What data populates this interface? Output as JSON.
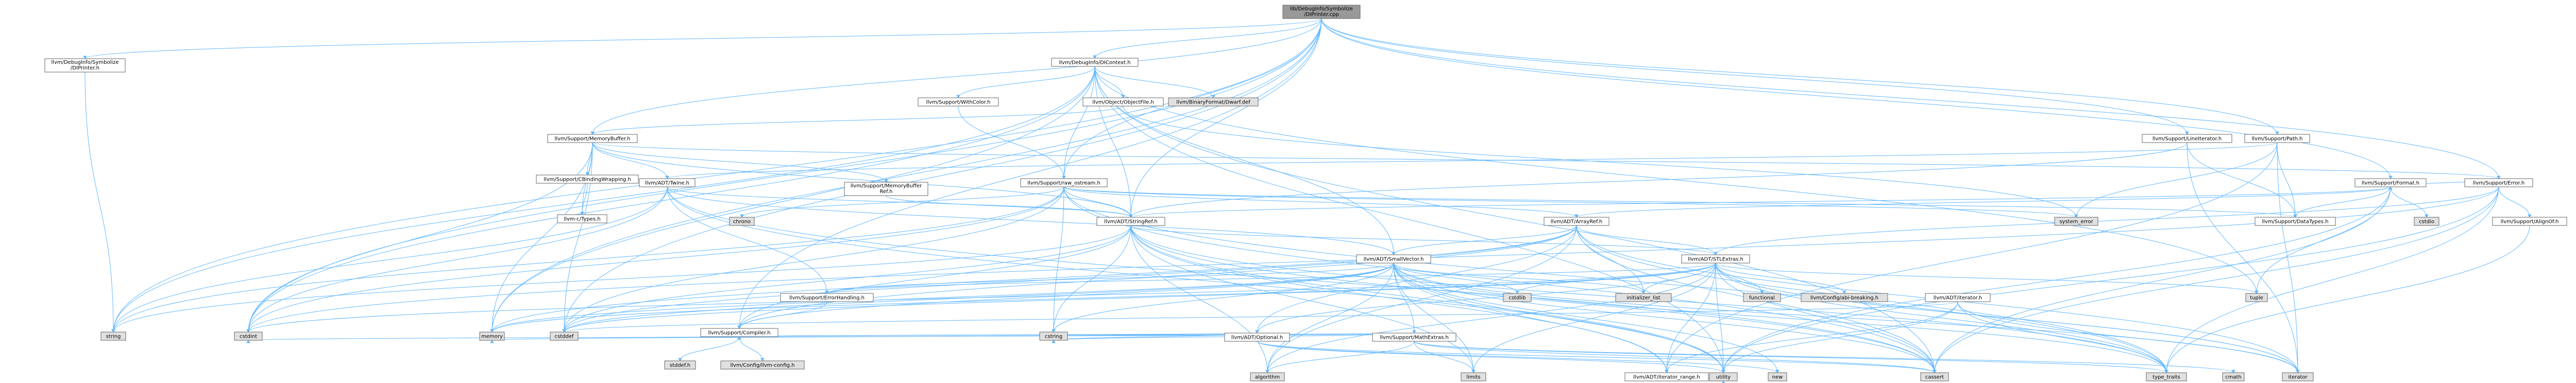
{
  "colors": {
    "root_fill": "#999999",
    "normal_fill": "#ffffff",
    "system_fill": "#e0e0e0",
    "red_border": "#ff0000",
    "gray_border": "#999999",
    "edge": "#63b8ff"
  },
  "nodes": [
    {
      "id": "root",
      "lines": [
        "lib/DebugInfo/Symbolize",
        "/DIPrinter.cpp"
      ],
      "style": "root"
    },
    {
      "id": "diprinter_h",
      "lines": [
        "llvm/DebugInfo/Symbolize",
        "/DIPrinter.h"
      ],
      "style": "normal"
    },
    {
      "id": "dicontext",
      "lines": [
        "llvm/DebugInfo/DIContext.h"
      ],
      "style": "normal"
    },
    {
      "id": "withcolor",
      "lines": [
        "llvm/Support/WithColor.h"
      ],
      "style": "normal"
    },
    {
      "id": "objfile",
      "lines": [
        "llvm/Object/ObjectFile.h"
      ],
      "style": "red"
    },
    {
      "id": "binformat",
      "lines": [
        "llvm/BinaryFormat/Dwarf.def"
      ],
      "style": "system"
    },
    {
      "id": "membuf",
      "lines": [
        "llvm/Support/MemoryBuffer.h"
      ],
      "style": "normal"
    },
    {
      "id": "lineiter",
      "lines": [
        "llvm/Support/LineIterator.h"
      ],
      "style": "normal"
    },
    {
      "id": "path",
      "lines": [
        "llvm/Support/Path.h"
      ],
      "style": "normal"
    },
    {
      "id": "format",
      "lines": [
        "llvm/Support/Format.h"
      ],
      "style": "normal"
    },
    {
      "id": "errorh",
      "lines": [
        "llvm/Support/Error.h"
      ],
      "style": "normal"
    },
    {
      "id": "cbinding",
      "lines": [
        "llvm/Support/CBindingWrapping.h"
      ],
      "style": "red"
    },
    {
      "id": "twine",
      "lines": [
        "llvm/ADT/Twine.h"
      ],
      "style": "normal"
    },
    {
      "id": "membufref",
      "lines": [
        "llvm/Support/MemoryBuffer",
        "Ref.h"
      ],
      "style": "normal"
    },
    {
      "id": "rawostream",
      "lines": [
        "llvm/Support/raw_ostream.h"
      ],
      "style": "normal"
    },
    {
      "id": "ctypes",
      "lines": [
        "llvm-c/Types.h"
      ],
      "style": "red"
    },
    {
      "id": "chrono",
      "lines": [
        "chrono"
      ],
      "style": "system"
    },
    {
      "id": "stringref",
      "lines": [
        "llvm/ADT/StringRef.h"
      ],
      "style": "normal"
    },
    {
      "id": "arrayref",
      "lines": [
        "llvm/ADT/ArrayRef.h"
      ],
      "style": "red"
    },
    {
      "id": "systemerror",
      "lines": [
        "system_error"
      ],
      "style": "system"
    },
    {
      "id": "datatypes",
      "lines": [
        "llvm/Support/DataTypes.h"
      ],
      "style": "red"
    },
    {
      "id": "cstdio",
      "lines": [
        "cstdio"
      ],
      "style": "system"
    },
    {
      "id": "alignof",
      "lines": [
        "llvm/Support/AlignOf.h"
      ],
      "style": "normal"
    },
    {
      "id": "smallvector",
      "lines": [
        "llvm/ADT/SmallVector.h"
      ],
      "style": "red"
    },
    {
      "id": "stlextras",
      "lines": [
        "llvm/ADT/STLExtras.h"
      ],
      "style": "normal"
    },
    {
      "id": "errhandling",
      "lines": [
        "llvm/Support/ErrorHandling.h"
      ],
      "style": "normal"
    },
    {
      "id": "cstdlib",
      "lines": [
        "cstdlib"
      ],
      "style": "system"
    },
    {
      "id": "initlist",
      "lines": [
        "initializer_list"
      ],
      "style": "system"
    },
    {
      "id": "tuple",
      "lines": [
        "tuple"
      ],
      "style": "system"
    },
    {
      "id": "optional",
      "lines": [
        "llvm/ADT/Optional.h"
      ],
      "style": "red"
    },
    {
      "id": "mathextras",
      "lines": [
        "llvm/Support/MathExtras.h"
      ],
      "style": "red"
    },
    {
      "id": "functional",
      "lines": [
        "functional"
      ],
      "style": "system"
    },
    {
      "id": "abibreaking",
      "lines": [
        "llvm/Config/abi-breaking.h"
      ],
      "style": "system"
    },
    {
      "id": "iteratorh",
      "lines": [
        "llvm/ADT/iterator.h"
      ],
      "style": "normal"
    },
    {
      "id": "string",
      "lines": [
        "string"
      ],
      "style": "system"
    },
    {
      "id": "cstdint",
      "lines": [
        "cstdint"
      ],
      "style": "system"
    },
    {
      "id": "memory",
      "lines": [
        "memory"
      ],
      "style": "system"
    },
    {
      "id": "cstddef",
      "lines": [
        "cstddef"
      ],
      "style": "system"
    },
    {
      "id": "compiler",
      "lines": [
        "llvm/Support/Compiler.h"
      ],
      "style": "normal"
    },
    {
      "id": "cstring",
      "lines": [
        "cstring"
      ],
      "style": "system"
    },
    {
      "id": "algorithm",
      "lines": [
        "algorithm"
      ],
      "style": "system"
    },
    {
      "id": "limits",
      "lines": [
        "limits"
      ],
      "style": "system"
    },
    {
      "id": "iterrange",
      "lines": [
        "llvm/ADT/iterator_range.h"
      ],
      "style": "normal"
    },
    {
      "id": "cassert",
      "lines": [
        "cassert"
      ],
      "style": "system"
    },
    {
      "id": "typetraits",
      "lines": [
        "type_traits"
      ],
      "style": "system"
    },
    {
      "id": "cmath",
      "lines": [
        "cmath"
      ],
      "style": "system"
    },
    {
      "id": "iterator",
      "lines": [
        "iterator"
      ],
      "style": "system"
    },
    {
      "id": "newh",
      "lines": [
        "new"
      ],
      "style": "system"
    },
    {
      "id": "utility",
      "lines": [
        "utility"
      ],
      "style": "system"
    },
    {
      "id": "vcstdio",
      "lines": [
        "stddef.h"
      ],
      "style": "system"
    },
    {
      "id": "llvmconfig",
      "lines": [
        "llvm/Config/llvm-config.h"
      ],
      "style": "system"
    }
  ],
  "edges": [
    [
      "root",
      "diprinter_h"
    ],
    [
      "root",
      "dicontext"
    ],
    [
      "root",
      "stringref"
    ],
    [
      "root",
      "membuf"
    ],
    [
      "root",
      "format"
    ],
    [
      "root",
      "errorh"
    ],
    [
      "root",
      "lineiter"
    ],
    [
      "root",
      "path"
    ],
    [
      "root",
      "rawostream"
    ],
    [
      "root",
      "string"
    ],
    [
      "root",
      "cstddef"
    ],
    [
      "root",
      "cstdint"
    ],
    [
      "root",
      "memory"
    ],
    [
      "root",
      "compiler"
    ],
    [
      "diprinter_h",
      "string"
    ],
    [
      "dicontext",
      "withcolor"
    ],
    [
      "dicontext",
      "objfile"
    ],
    [
      "dicontext",
      "binformat"
    ],
    [
      "dicontext",
      "rawostream"
    ],
    [
      "dicontext",
      "smallvector"
    ],
    [
      "dicontext",
      "cassert"
    ],
    [
      "dicontext",
      "cstdint"
    ],
    [
      "dicontext",
      "memory"
    ],
    [
      "dicontext",
      "string"
    ],
    [
      "dicontext",
      "tuple"
    ],
    [
      "dicontext",
      "utility"
    ],
    [
      "dicontext",
      "stringref"
    ],
    [
      "withcolor",
      "rawostream"
    ],
    [
      "objfile",
      "membuf"
    ],
    [
      "objfile",
      "systemerror"
    ],
    [
      "membuf",
      "cbinding"
    ],
    [
      "membuf",
      "ctypes"
    ],
    [
      "membuf",
      "twine"
    ],
    [
      "membuf",
      "membufref"
    ],
    [
      "membuf",
      "errorh"
    ],
    [
      "membuf",
      "cstddef"
    ],
    [
      "membuf",
      "cstdint"
    ],
    [
      "membuf",
      "memory"
    ],
    [
      "membuf",
      "stringref"
    ],
    [
      "lineiter",
      "datatypes"
    ],
    [
      "lineiter",
      "stringref"
    ],
    [
      "lineiter",
      "iterator"
    ],
    [
      "path",
      "twine"
    ],
    [
      "path",
      "iterator"
    ],
    [
      "path",
      "datatypes"
    ],
    [
      "path",
      "systemerror"
    ],
    [
      "path",
      "iterrange"
    ],
    [
      "format",
      "arrayref"
    ],
    [
      "format",
      "stringref"
    ],
    [
      "format",
      "cassert"
    ],
    [
      "format",
      "cstdio"
    ],
    [
      "format",
      "tuple"
    ],
    [
      "format",
      "utility"
    ],
    [
      "format",
      "datatypes"
    ],
    [
      "errorh",
      "alignof"
    ],
    [
      "errorh",
      "format"
    ],
    [
      "errorh",
      "cassert"
    ],
    [
      "errorh",
      "cstdint"
    ],
    [
      "errorh",
      "typetraits"
    ],
    [
      "errorh",
      "utility"
    ],
    [
      "errorh",
      "stlextras"
    ],
    [
      "cbinding",
      "ctypes"
    ],
    [
      "twine",
      "smallvector"
    ],
    [
      "twine",
      "stringref"
    ],
    [
      "twine",
      "errhandling"
    ],
    [
      "twine",
      "cassert"
    ],
    [
      "twine",
      "cstdint"
    ],
    [
      "twine",
      "string"
    ],
    [
      "twine",
      "utility"
    ],
    [
      "membufref",
      "stringref"
    ],
    [
      "rawostream",
      "stringref"
    ],
    [
      "rawostream",
      "datatypes"
    ],
    [
      "rawostream",
      "cassert"
    ],
    [
      "rawostream",
      "chrono"
    ],
    [
      "rawostream",
      "cstddef"
    ],
    [
      "rawostream",
      "cstdint"
    ],
    [
      "rawostream",
      "cstring"
    ],
    [
      "rawostream",
      "string"
    ],
    [
      "rawostream",
      "systemerror"
    ],
    [
      "rawostream",
      "typetraits"
    ],
    [
      "rawostream",
      "arrayref"
    ],
    [
      "stringref",
      "stlextras"
    ],
    [
      "stringref",
      "compiler"
    ],
    [
      "stringref",
      "algorithm"
    ],
    [
      "stringref",
      "cassert"
    ],
    [
      "stringref",
      "cstddef"
    ],
    [
      "stringref",
      "cstring"
    ],
    [
      "stringref",
      "limits"
    ],
    [
      "stringref",
      "string"
    ],
    [
      "stringref",
      "typetraits"
    ],
    [
      "stringref",
      "utility"
    ],
    [
      "stringref",
      "iterrange"
    ],
    [
      "arrayref",
      "smallvector"
    ],
    [
      "arrayref",
      "stlextras"
    ],
    [
      "arrayref",
      "compiler"
    ],
    [
      "arrayref",
      "algorithm"
    ],
    [
      "arrayref",
      "array"
    ],
    [
      "arrayref",
      "cassert"
    ],
    [
      "arrayref",
      "cstddef"
    ],
    [
      "arrayref",
      "initlist"
    ],
    [
      "arrayref",
      "iterator"
    ],
    [
      "arrayref",
      "memory"
    ],
    [
      "arrayref",
      "typetraits"
    ],
    [
      "arrayref",
      "vector"
    ],
    [
      "arrayref",
      "optional"
    ],
    [
      "smallvector",
      "compiler"
    ],
    [
      "smallvector",
      "errhandling"
    ],
    [
      "smallvector",
      "mathextras"
    ],
    [
      "smallvector",
      "algorithm"
    ],
    [
      "smallvector",
      "cassert"
    ],
    [
      "smallvector",
      "cstddef"
    ],
    [
      "smallvector",
      "cstdlib"
    ],
    [
      "smallvector",
      "cstring"
    ],
    [
      "smallvector",
      "initlist"
    ],
    [
      "smallvector",
      "iterator"
    ],
    [
      "smallvector",
      "limits"
    ],
    [
      "smallvector",
      "memory"
    ],
    [
      "smallvector",
      "newh"
    ],
    [
      "smallvector",
      "typetraits"
    ],
    [
      "smallvector",
      "utility"
    ],
    [
      "smallvector",
      "iterrange"
    ],
    [
      "stlextras",
      "optional"
    ],
    [
      "stlextras",
      "iterator"
    ],
    [
      "stlextras",
      "iterrange"
    ],
    [
      "stlextras",
      "abibreaking"
    ],
    [
      "stlextras",
      "errhandling"
    ],
    [
      "stlextras",
      "algorithm"
    ],
    [
      "stlextras",
      "cassert"
    ],
    [
      "stlextras",
      "cstddef"
    ],
    [
      "stlextras",
      "cstdint"
    ],
    [
      "stlextras",
      "cstdlib"
    ],
    [
      "stlextras",
      "functional"
    ],
    [
      "stlextras",
      "initlist"
    ],
    [
      "stlextras",
      "iterator"
    ],
    [
      "stlextras",
      "limits"
    ],
    [
      "stlextras",
      "memory"
    ],
    [
      "stlextras",
      "tuple"
    ],
    [
      "stlextras",
      "typetraits"
    ],
    [
      "stlextras",
      "utility"
    ],
    [
      "errhandling",
      "compiler"
    ],
    [
      "optional",
      "compiler"
    ],
    [
      "optional",
      "cassert"
    ],
    [
      "optional",
      "memory"
    ],
    [
      "optional",
      "newh"
    ],
    [
      "optional",
      "utility"
    ],
    [
      "optional",
      "cstring"
    ],
    [
      "mathextras",
      "compiler"
    ],
    [
      "mathextras",
      "algorithm"
    ],
    [
      "mathextras",
      "cassert"
    ],
    [
      "mathextras",
      "climits"
    ],
    [
      "mathextras",
      "cmath"
    ],
    [
      "mathextras",
      "cstdint"
    ],
    [
      "mathextras",
      "cstring"
    ],
    [
      "mathextras",
      "limits"
    ],
    [
      "mathextras",
      "typetraits"
    ],
    [
      "iteratorh",
      "iterrange"
    ],
    [
      "iteratorh",
      "cstddef"
    ],
    [
      "iteratorh",
      "iterator"
    ],
    [
      "iteratorh",
      "typetraits"
    ],
    [
      "iteratorh",
      "utility"
    ],
    [
      "iterrange",
      "utility"
    ],
    [
      "compiler",
      "vcstdio"
    ],
    [
      "compiler",
      "llvmconfig"
    ],
    [
      "alignof",
      "typetraits"
    ]
  ]
}
